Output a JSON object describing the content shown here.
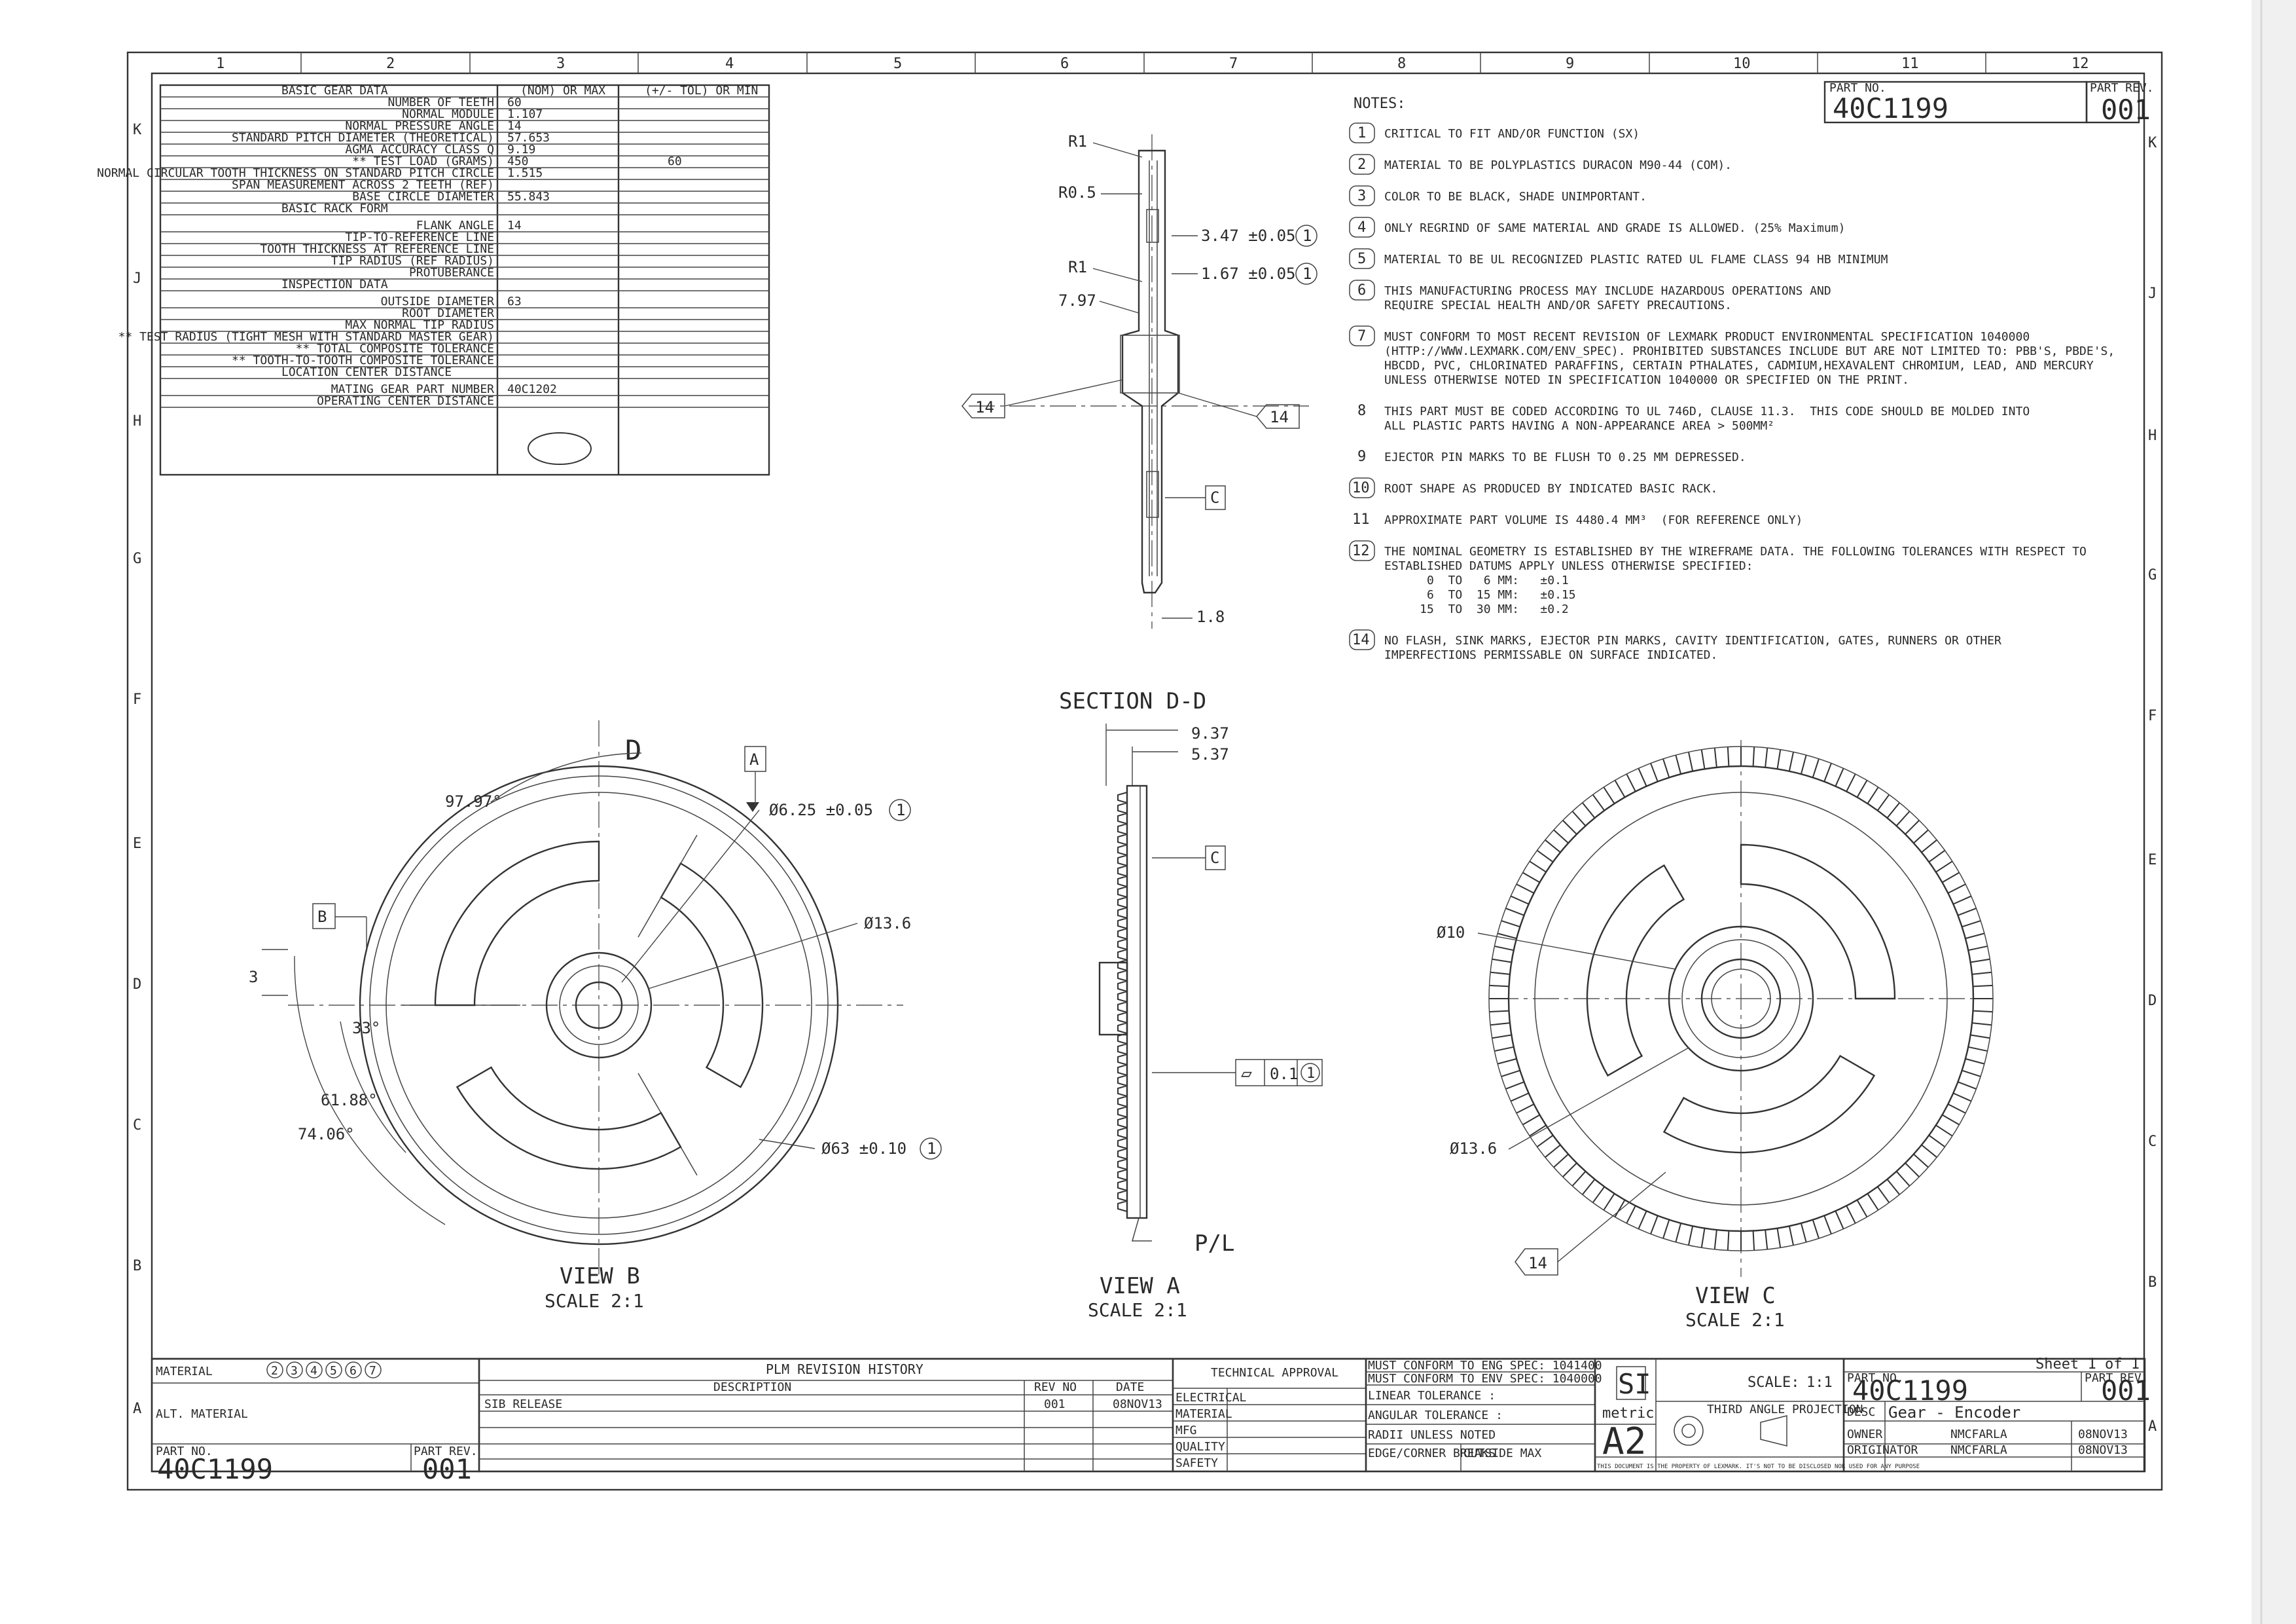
{
  "zone_numbers": [
    "1",
    "2",
    "3",
    "4",
    "5",
    "6",
    "7",
    "8",
    "9",
    "10",
    "11",
    "12"
  ],
  "zone_letters": [
    "K",
    "J",
    "H",
    "G",
    "F",
    "E",
    "D",
    "C",
    "B",
    "A"
  ],
  "header_box": {
    "part_no_label": "PART NO.",
    "part_no": "40C1199",
    "rev_label": "PART REV.",
    "rev": "001"
  },
  "gear_table": {
    "title": "BASIC GEAR DATA",
    "col_nom": "(NOM) OR MAX",
    "col_tol": "(+/- TOL) OR MIN",
    "rows": [
      {
        "label": "NUMBER OF TEETH",
        "nom": "60",
        "tol": ""
      },
      {
        "label": "NORMAL MODULE",
        "nom": "1.107",
        "tol": ""
      },
      {
        "label": "NORMAL PRESSURE ANGLE",
        "nom": "14",
        "tol": ""
      },
      {
        "label": "STANDARD PITCH DIAMETER (THEORETICAL)",
        "nom": "57.653",
        "tol": ""
      },
      {
        "label": "AGMA ACCURACY CLASS Q",
        "nom": "9.19",
        "tol": ""
      },
      {
        "label": "** TEST LOAD (GRAMS)",
        "nom": "450",
        "tol": "60"
      },
      {
        "label": "NORMAL CIRCULAR TOOTH THICKNESS ON STANDARD PITCH CIRCLE",
        "nom": "1.515",
        "tol": ""
      },
      {
        "label": "SPAN MEASUREMENT ACROSS 2 TEETH (REF)",
        "nom": "",
        "tol": ""
      },
      {
        "label": "BASE CIRCLE DIAMETER",
        "nom": "55.843",
        "tol": ""
      }
    ],
    "rack_title": "BASIC RACK FORM",
    "rack_rows": [
      {
        "label": "FLANK ANGLE",
        "nom": "14",
        "tol": ""
      },
      {
        "label": "TIP-TO-REFERENCE LINE",
        "nom": "",
        "tol": ""
      },
      {
        "label": "TOOTH THICKNESS AT REFERENCE LINE",
        "nom": "",
        "tol": ""
      },
      {
        "label": "TIP RADIUS (REF RADIUS)",
        "nom": "",
        "tol": ""
      },
      {
        "label": "PROTUBERANCE",
        "nom": "",
        "tol": ""
      }
    ],
    "insp_title": "INSPECTION DATA",
    "insp_rows": [
      {
        "label": "OUTSIDE DIAMETER",
        "nom": "63",
        "tol": ""
      },
      {
        "label": "ROOT DIAMETER",
        "nom": "",
        "tol": ""
      },
      {
        "label": "MAX NORMAL TIP RADIUS",
        "nom": "",
        "tol": ""
      },
      {
        "label": "** TEST RADIUS (TIGHT MESH WITH STANDARD MASTER GEAR)",
        "nom": "",
        "tol": ""
      },
      {
        "label": "** TOTAL COMPOSITE TOLERANCE",
        "nom": "",
        "tol": ""
      },
      {
        "label": "** TOOTH-TO-TOOTH COMPOSITE TOLERANCE",
        "nom": "",
        "tol": ""
      }
    ],
    "loc_title": "LOCATION CENTER DISTANCE",
    "loc_rows": [
      {
        "label": "MATING GEAR PART NUMBER",
        "nom": "40C1202",
        "tol": ""
      },
      {
        "label": "OPERATING CENTER DISTANCE",
        "nom": "",
        "tol": ""
      }
    ]
  },
  "notes": {
    "title": "NOTES:",
    "items": [
      {
        "num": "1",
        "boxed": true,
        "lines": [
          "CRITICAL TO FIT AND/OR FUNCTION (SX)"
        ]
      },
      {
        "num": "2",
        "boxed": true,
        "lines": [
          "MATERIAL TO BE POLYPLASTICS DURACON M90-44 (COM)."
        ]
      },
      {
        "num": "3",
        "boxed": true,
        "lines": [
          "COLOR TO BE BLACK, SHADE UNIMPORTANT."
        ]
      },
      {
        "num": "4",
        "boxed": true,
        "lines": [
          "ONLY REGRIND OF SAME MATERIAL AND GRADE IS ALLOWED. (25% Maximum)"
        ]
      },
      {
        "num": "5",
        "boxed": true,
        "lines": [
          "MATERIAL TO BE UL RECOGNIZED PLASTIC RATED UL FLAME CLASS 94 HB MINIMUM"
        ]
      },
      {
        "num": "6",
        "boxed": true,
        "lines": [
          "THIS MANUFACTURING PROCESS MAY INCLUDE HAZARDOUS OPERATIONS AND",
          "REQUIRE SPECIAL HEALTH AND/OR SAFETY PRECAUTIONS."
        ]
      },
      {
        "num": "7",
        "boxed": true,
        "lines": [
          "MUST CONFORM TO MOST RECENT REVISION OF LEXMARK PRODUCT ENVIRONMENTAL SPECIFICATION 1040000",
          "(HTTP://WWW.LEXMARK.COM/ENV_SPEC). PROHIBITED SUBSTANCES INCLUDE BUT ARE NOT LIMITED TO: PBB'S, PBDE'S,",
          "HBCDD, PVC, CHLORINATED PARAFFINS, CERTAIN PTHALATES, CADMIUM,HEXAVALENT CHROMIUM, LEAD, AND MERCURY",
          "UNLESS OTHERWISE NOTED IN SPECIFICATION 1040000 OR SPECIFIED ON THE PRINT."
        ]
      },
      {
        "num": "8",
        "boxed": false,
        "lines": [
          "THIS PART MUST BE CODED ACCORDING TO UL 746D, CLAUSE 11.3.  THIS CODE SHOULD BE MOLDED INTO",
          "ALL PLASTIC PARTS HAVING A NON-APPEARANCE AREA > 500MM²"
        ]
      },
      {
        "num": "9",
        "boxed": false,
        "lines": [
          "EJECTOR PIN MARKS TO BE FLUSH TO 0.25 MM DEPRESSED."
        ]
      },
      {
        "num": "10",
        "boxed": true,
        "lines": [
          "ROOT SHAPE AS PRODUCED BY INDICATED BASIC RACK."
        ]
      },
      {
        "num": "11",
        "boxed": false,
        "lines": [
          "APPROXIMATE PART VOLUME IS 4480.4 MM³  (FOR REFERENCE ONLY)"
        ]
      },
      {
        "num": "12",
        "boxed": true,
        "lines": [
          "THE NOMINAL GEOMETRY IS ESTABLISHED BY THE WIREFRAME DATA. THE FOLLOWING TOLERANCES WITH RESPECT TO",
          "ESTABLISHED DATUMS APPLY UNLESS OTHERWISE SPECIFIED:",
          "      0  TO   6 MM:   ±0.1",
          "      6  TO  15 MM:   ±0.15",
          "     15  TO  30 MM:   ±0.2"
        ]
      },
      {
        "num": "14",
        "boxed": true,
        "lines": [
          "NO FLASH, SINK MARKS, EJECTOR PIN MARKS, CAVITY IDENTIFICATION, GATES, RUNNERS OR OTHER",
          "IMPERFECTIONS PERMISSABLE ON SURFACE INDICATED."
        ]
      }
    ]
  },
  "side_view": {
    "r1_top": "R1",
    "r05": "R0.5",
    "r1_mid": "R1",
    "d797": "7.97",
    "d347": "3.47 ±0.05",
    "d347_note": "1",
    "d167": "1.67 ±0.05",
    "d167_note": "1",
    "flag_left": "14",
    "flag_right": "14",
    "datum_c": "C",
    "d18": "1.8"
  },
  "section_dd": {
    "title": "SECTION D-D",
    "d937": "9.37",
    "d537": "5.37",
    "datum_c": "C",
    "gdt_sym": "▱",
    "gdt_tol": "0.1",
    "gdt_note": "1",
    "pl": "P/L",
    "view_label": "VIEW A",
    "scale_label": "SCALE 2:1"
  },
  "view_b": {
    "section_mark": "D",
    "datum_a": "A",
    "datum_b": "B",
    "a9797": "97.97°",
    "a33": "33°",
    "a6188": "61.88°",
    "a7406": "74.06°",
    "d3": "3",
    "dia625": "Ø6.25 ±0.05",
    "dia625_note": "1",
    "dia136": "Ø13.6",
    "dia63": "Ø63 ±0.10",
    "dia63_note": "1",
    "view_label": "VIEW B",
    "scale_label": "SCALE 2:1"
  },
  "view_c": {
    "dia10": "Ø10",
    "dia136": "Ø13.6",
    "flag": "14",
    "view_label": "VIEW C",
    "scale_label": "SCALE 2:1"
  },
  "title_block": {
    "material_label": "MATERIAL",
    "material_notes": [
      "2",
      "3",
      "4",
      "5",
      "6",
      "7"
    ],
    "alt_material": "ALT. MATERIAL",
    "part_no_label": "PART NO.",
    "part_no": "40C1199",
    "part_rev_label": "PART REV.",
    "part_rev": "001",
    "plm_title": "PLM REVISION HISTORY",
    "desc_label": "DESCRIPTION",
    "rev_no_label": "REV NO",
    "date_label": "DATE",
    "rev_desc": "SIB RELEASE",
    "rev_no": "001",
    "rev_date": "08NOV13",
    "tech_approval": "TECHNICAL APPROVAL",
    "approvals": [
      "ELECTRICAL",
      "MATERIAL",
      "MFG",
      "QUALITY",
      "SAFETY"
    ],
    "spec1": "MUST CONFORM TO ENG SPEC: 1041400",
    "spec2": "MUST CONFORM TO ENV SPEC: 1040000",
    "linear_tol": "LINEAR TOLERANCE :",
    "angular_tol": "ANGULAR TOLERANCE :",
    "radii": "RADII UNLESS NOTED",
    "edge": "EDGE/CORNER BREAKS",
    "outside_max": "OUTSIDE MAX",
    "si": "SI",
    "metric": "metric",
    "paper": "A2",
    "scale_label": "SCALE:",
    "scale_val": "1:1",
    "projection": "THIRD ANGLE PROJECTION",
    "part_no_label2": "PART NO.",
    "part_no2": "40C1199",
    "part_rev_label2": "PART REV.",
    "part_rev2": "001",
    "desc2_label": "DESC",
    "desc2": "Gear - Encoder",
    "owner_label": "OWNER",
    "owner": "NMCFARLA",
    "owner_date": "08NOV13",
    "orig_label": "ORIGINATOR",
    "orig": "NMCFARLA",
    "orig_date": "08NOV13",
    "sheet": "Sheet 1 of 1",
    "confidential": "THIS DOCUMENT IS THE PROPERTY OF LEXMARK. IT'S NOT TO BE DISCLOSED NOR USED FOR ANY PURPOSE"
  }
}
